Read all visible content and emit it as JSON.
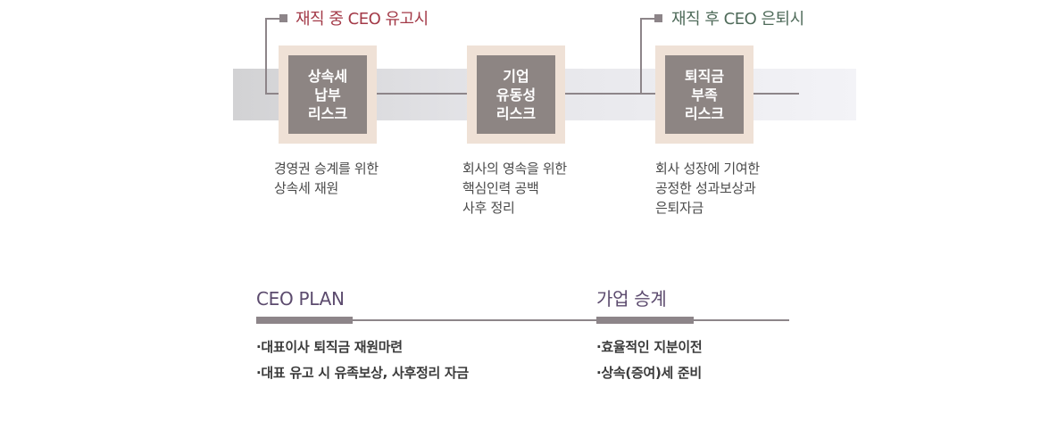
{
  "headers": [
    {
      "label": "재직 중 CEO 유고시",
      "color": "#a33a48"
    },
    {
      "label": "재직 후 CEO 은퇴시",
      "color": "#4f6b5a"
    }
  ],
  "risks": [
    {
      "lines": [
        "상속세",
        "납부",
        "리스크"
      ],
      "desc": [
        "경영권 승계를 위한",
        "상속세 재원"
      ]
    },
    {
      "lines": [
        "기업",
        "유동성",
        "리스크"
      ],
      "desc": [
        "회사의 영속을 위한",
        "핵심인력 공백",
        "사후 정리"
      ]
    },
    {
      "lines": [
        "퇴직금",
        "부족",
        "리스크"
      ],
      "desc": [
        "회사 성장에 기여한",
        "공정한 성과보상과",
        "은퇴자금"
      ]
    }
  ],
  "sections": [
    {
      "title": "CEO PLAN",
      "items": [
        "·대표이사 퇴직금 재원마련",
        "·대표 유고 시 유족보상, 사후정리 자금"
      ]
    },
    {
      "title": "가업 승계",
      "items": [
        "·효율적인 지분이전",
        "·상속(증여)세 준비"
      ]
    }
  ]
}
